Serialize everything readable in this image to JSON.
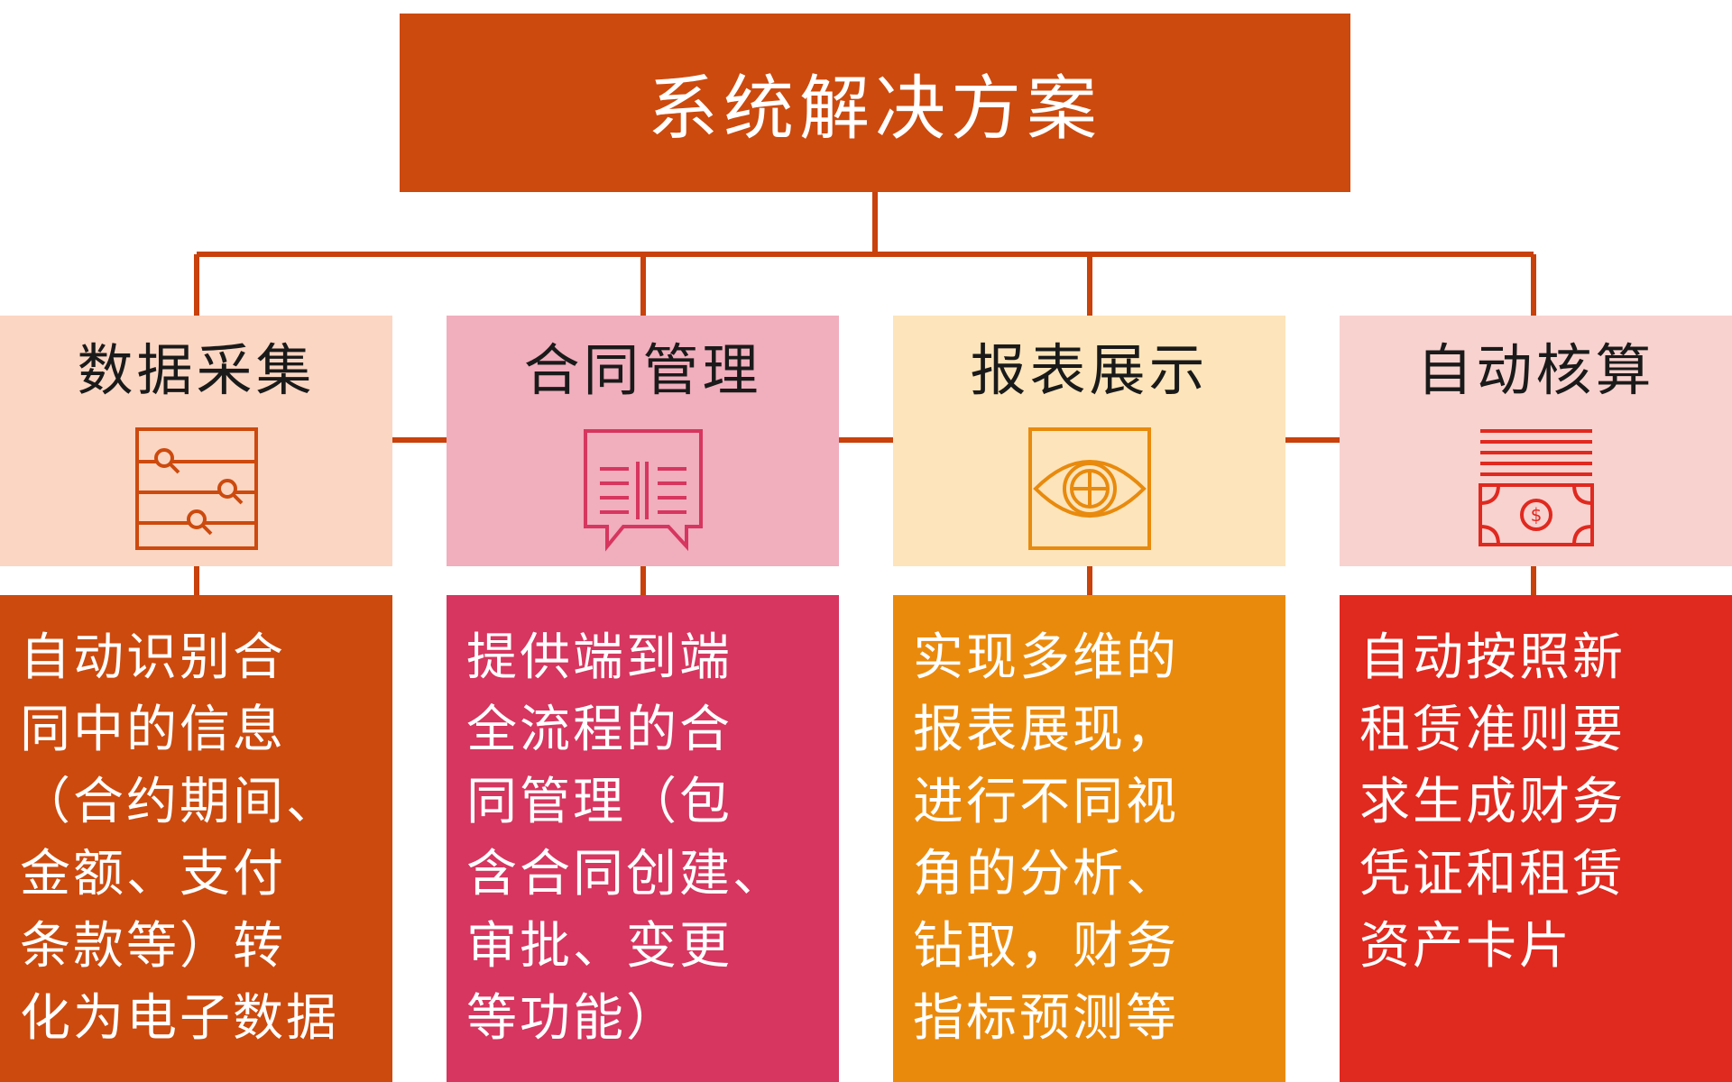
{
  "title": "系统解决方案",
  "colors": {
    "title_bg": "#cc4a0e",
    "connector": "#c9410b"
  },
  "columns": [
    {
      "label": "数据采集",
      "icon": "sliders-icon",
      "head_bg": "#fbd6c3",
      "icon_color": "#cc4a0e",
      "desc_bg": "#cc4a0e",
      "desc_lines": [
        "自动识别合",
        "同中的信息",
        "（合约期间、",
        "金额、支付",
        "条款等）转",
        "化为电子数据"
      ]
    },
    {
      "label": "合同管理",
      "icon": "chat-bubbles-icon",
      "head_bg": "#f1aebd",
      "icon_color": "#d6365f",
      "desc_bg": "#d6365f",
      "desc_lines": [
        "提供端到端",
        "全流程的合",
        "同管理（包",
        "含合同创建、",
        "审批、变更",
        "等功能）"
      ]
    },
    {
      "label": "报表展示",
      "icon": "eye-icon",
      "head_bg": "#fde4ba",
      "icon_color": "#e88a0d",
      "desc_bg": "#ea8a0c",
      "desc_lines": [
        "实现多维的",
        "报表展现，",
        "进行不同视",
        "角的分析、",
        "钻取，财务",
        "指标预测等"
      ]
    },
    {
      "label": "自动核算",
      "icon": "money-icon",
      "head_bg": "#f8d2cf",
      "icon_color": "#e0291f",
      "desc_bg": "#e0291f",
      "desc_lines": [
        "自动按照新",
        "租赁准则要",
        "求生成财务",
        "凭证和租赁",
        "资产卡片"
      ]
    }
  ]
}
